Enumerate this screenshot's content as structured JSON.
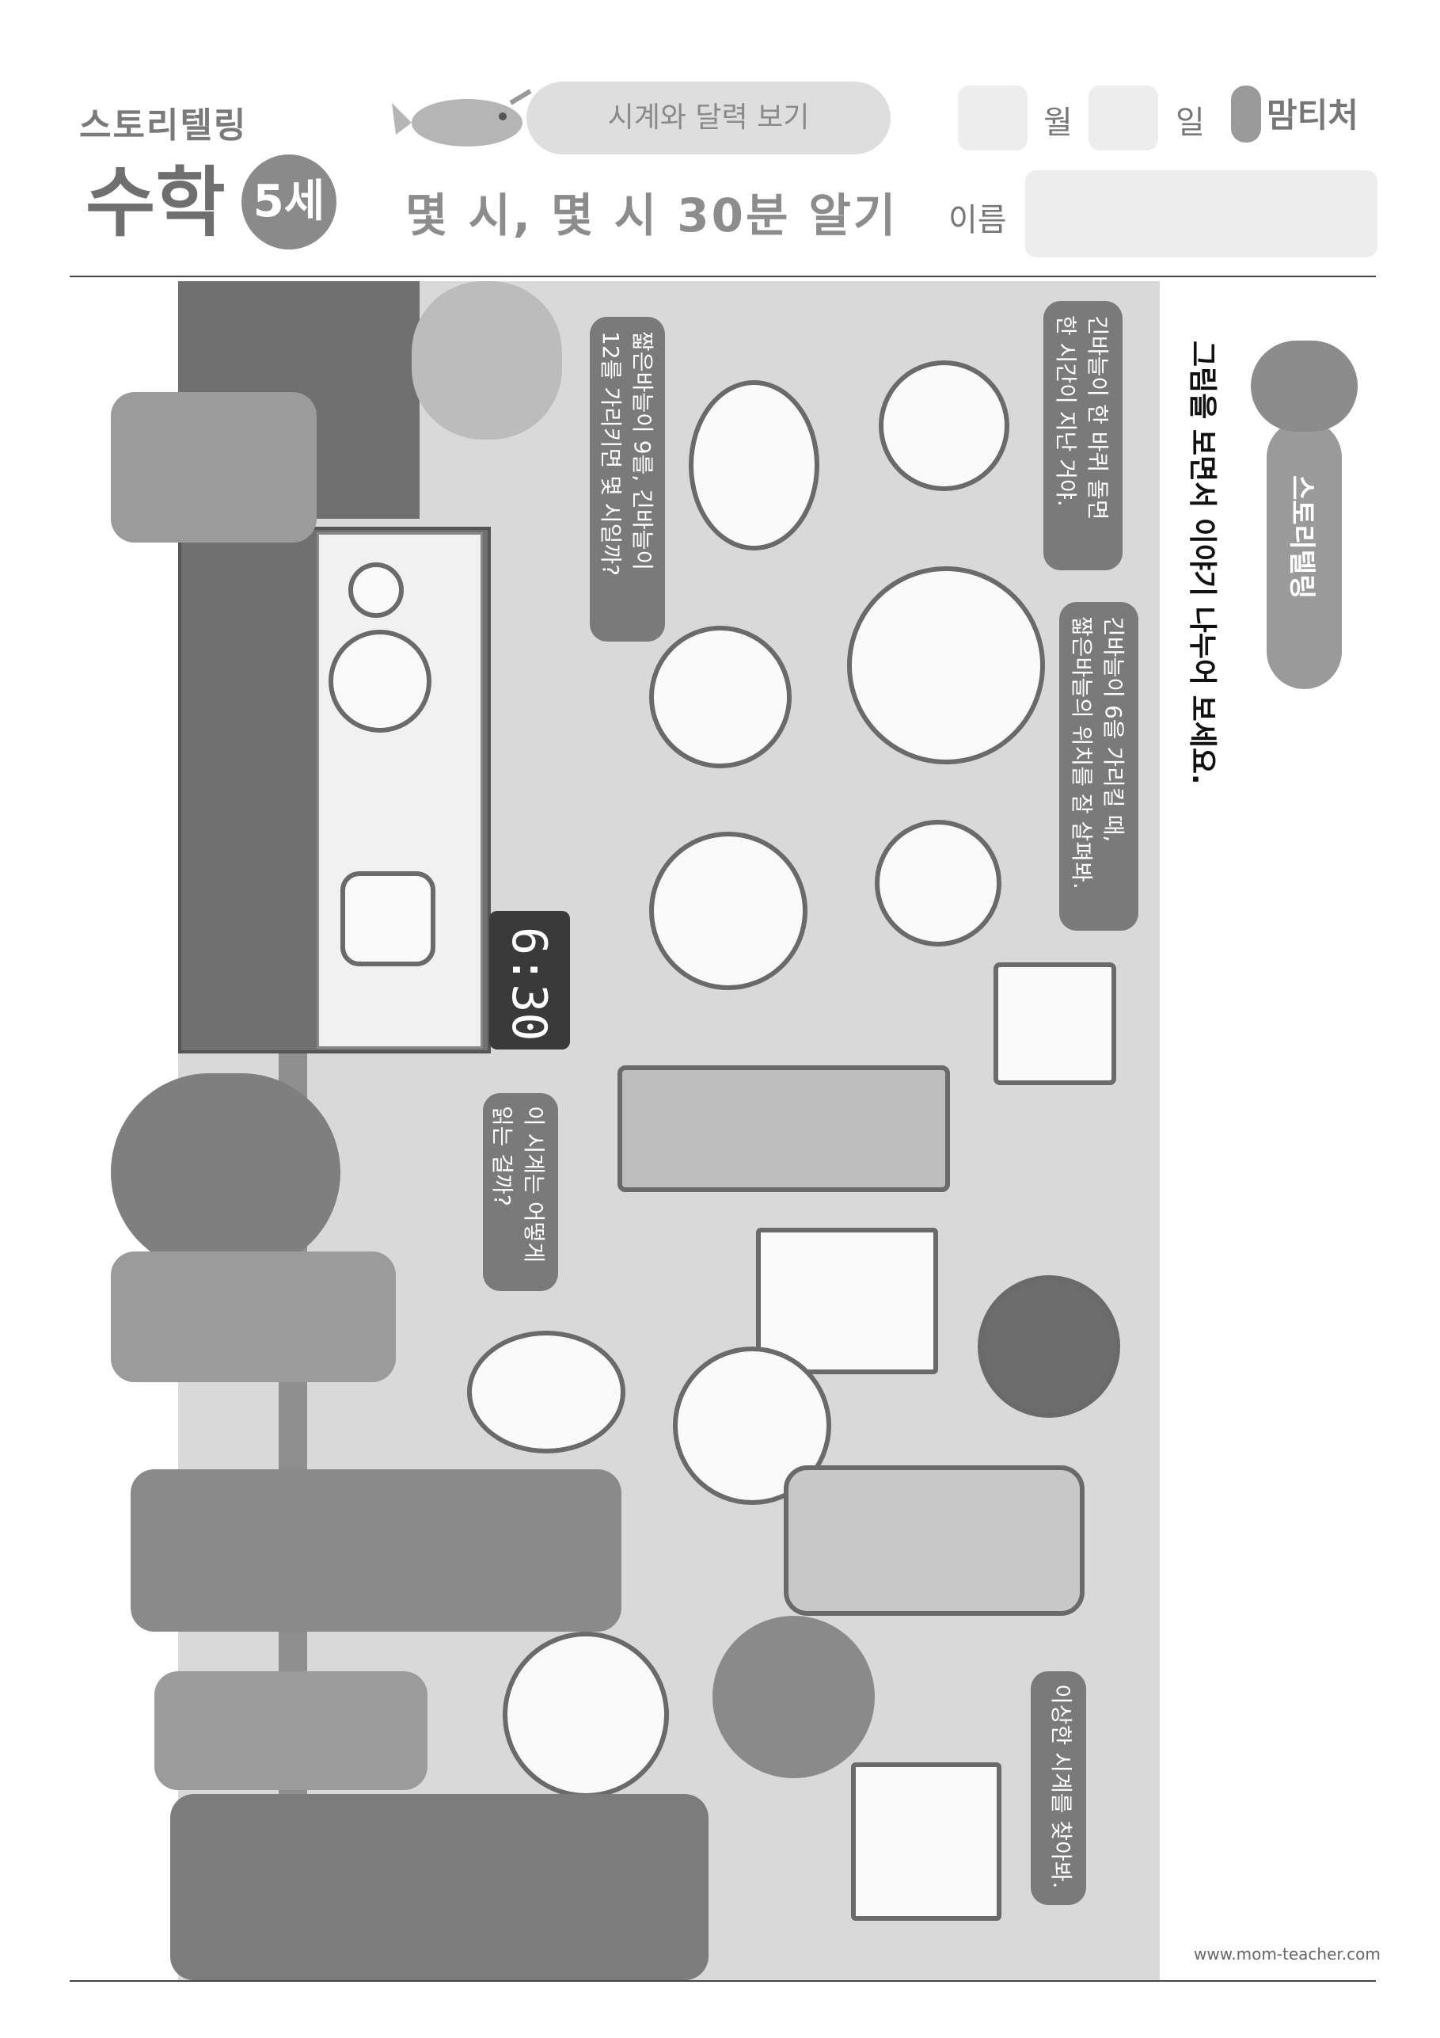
{
  "header": {
    "logo_top": "스토리텔링",
    "logo_main": "수학",
    "age": "5세",
    "topic": "시계와 달력 보기",
    "lesson_title": "몇 시, 몇 시 30분 알기",
    "month_label": "월",
    "day_label": "일",
    "name_label": "이름",
    "brand": "맘티처"
  },
  "section": {
    "badge": "스토리텔링",
    "instruction": "그림을 보면서 이야기 나누어 보세요."
  },
  "bubbles": {
    "hour_hand_turn": "긴바늘이 한 바퀴 돌면\n한 시간이 지난 거야.",
    "nine_twelve": "짧은바늘이 9를, 긴바늘이\n12를 가리키면 몇 시일까?",
    "six_position": "긴바늘이 6을 가리킬 때,\n짧은바늘의 위치를 잘 살펴봐.",
    "how_to_read": "이 시계는 어떻게\n읽는 걸까?",
    "strange_clock": "이상한 시계를 찾아봐."
  },
  "digital_clock": "6:30",
  "footer": {
    "url": "www.mom-teacher.com"
  }
}
